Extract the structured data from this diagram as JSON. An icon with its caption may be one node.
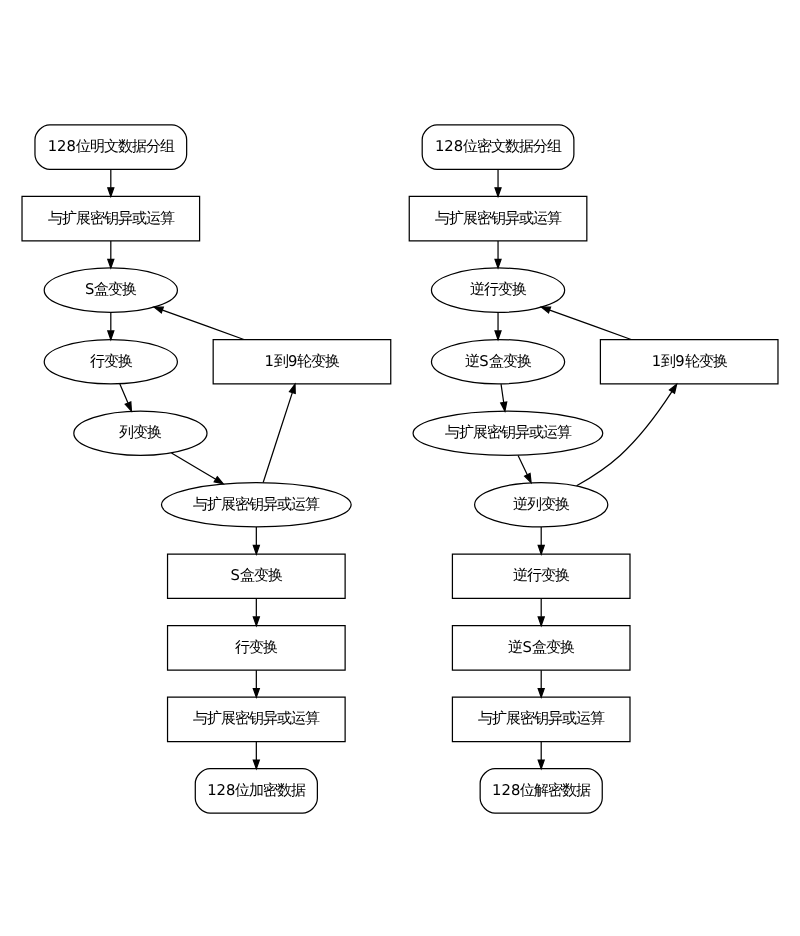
{
  "diagram": {
    "nodes": [
      {
        "text": [
          "128位明文数据分组"
        ]
      },
      {
        "text": [
          "与扩展密钥异或运算"
        ]
      },
      {
        "text": [
          "S盒变换"
        ]
      },
      {
        "text": [
          "行变换"
        ]
      },
      {
        "text": [
          "列变换"
        ]
      },
      {
        "text": [
          "与扩展密钥异或运算"
        ]
      },
      {
        "text": [
          "1到9轮变换"
        ]
      },
      {
        "text": [
          "S盒变换"
        ]
      },
      {
        "text": [
          "行变换"
        ]
      },
      {
        "text": [
          "与扩展密钥异或运算"
        ]
      },
      {
        "text": [
          "128位加密数据"
        ]
      },
      {
        "text": [
          "128位密文数据分组"
        ]
      },
      {
        "text": [
          "与扩展密钥异或运算"
        ]
      },
      {
        "text": [
          "逆行变换"
        ]
      },
      {
        "text": [
          "逆S盒变换"
        ]
      },
      {
        "text": [
          "与扩展密钥异或运算"
        ]
      },
      {
        "text": [
          "逆列变换"
        ]
      },
      {
        "text": [
          "1到9轮变换"
        ]
      },
      {
        "text": [
          "逆行变换"
        ]
      },
      {
        "text": [
          "逆S盒变换"
        ]
      },
      {
        "text": [
          "与扩展密钥异或运算"
        ]
      },
      {
        "text": [
          "128位解密数据"
        ]
      }
    ],
    "edges": [
      {
        "from": 0,
        "to": 1,
        "arrow": "to"
      },
      {
        "from": 1,
        "to": 2,
        "arrow": "to"
      },
      {
        "from": 2,
        "to": 3,
        "arrow": "to"
      },
      {
        "from": 3,
        "to": 4,
        "arrow": "to"
      },
      {
        "from": 4,
        "to": 5,
        "arrow": "to"
      },
      {
        "from": 5,
        "to": 7,
        "arrow": "to"
      },
      {
        "from": 5,
        "to": 6,
        "arrow": "to"
      },
      {
        "from": 6,
        "to": 2,
        "arrow": "to"
      },
      {
        "from": 7,
        "to": 8,
        "arrow": "to"
      },
      {
        "from": 8,
        "to": 9,
        "arrow": "to"
      },
      {
        "from": 9,
        "to": 10,
        "arrow": "to"
      },
      {
        "from": 11,
        "to": 12,
        "arrow": "to"
      },
      {
        "from": 12,
        "to": 13,
        "arrow": "to"
      },
      {
        "from": 13,
        "to": 14,
        "arrow": "to"
      },
      {
        "from": 14,
        "to": 15,
        "arrow": "to"
      },
      {
        "from": 15,
        "to": 16,
        "arrow": "to"
      },
      {
        "from": 16,
        "to": 18,
        "arrow": "to"
      },
      {
        "from": 16,
        "to": 17,
        "arrow": "to"
      },
      {
        "from": 17,
        "to": 13,
        "arrow": "to"
      },
      {
        "from": 18,
        "to": 19,
        "arrow": "to"
      },
      {
        "from": 19,
        "to": 20,
        "arrow": "to"
      },
      {
        "from": 20,
        "to": 21,
        "arrow": "to"
      }
    ]
  }
}
